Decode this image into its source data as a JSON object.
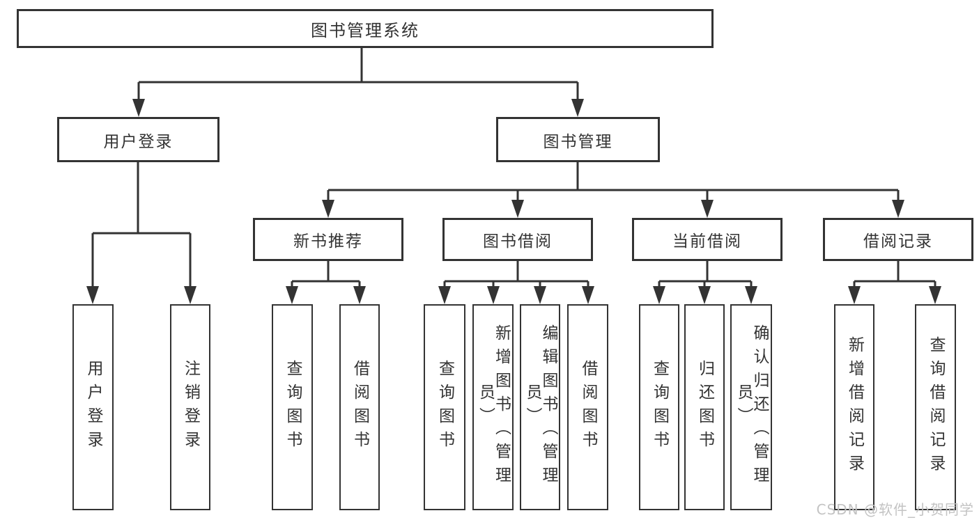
{
  "diagram": {
    "root": {
      "label": "图书管理系统"
    },
    "level2": {
      "user_login": "用户登录",
      "book_management": "图书管理"
    },
    "level3": {
      "new_book_recommend": "新书推荐",
      "book_borrowing": "图书借阅",
      "current_borrowing": "当前借阅",
      "borrowing_records": "借阅记录"
    },
    "children": {
      "user_login": [
        "用户登录",
        "注销登录"
      ],
      "new_book_recommend": [
        "查询图书",
        "借阅图书"
      ],
      "book_borrowing": [
        "查询图书",
        "新增图书（管理员）",
        "编辑图书（管理员）",
        "借阅图书"
      ],
      "current_borrowing": [
        "查询图书",
        "归还图书",
        "确认归还（管理员）"
      ],
      "borrowing_records": [
        "新增借阅记录",
        "查询借阅记录"
      ]
    }
  },
  "watermark": {
    "text": "CSDN @软件_小贺同学"
  },
  "colors": {
    "line": "#333333",
    "text": "#333333",
    "box_background": "#ffffff",
    "page_background": "#ffffff",
    "watermark": "#c3c3c3"
  }
}
